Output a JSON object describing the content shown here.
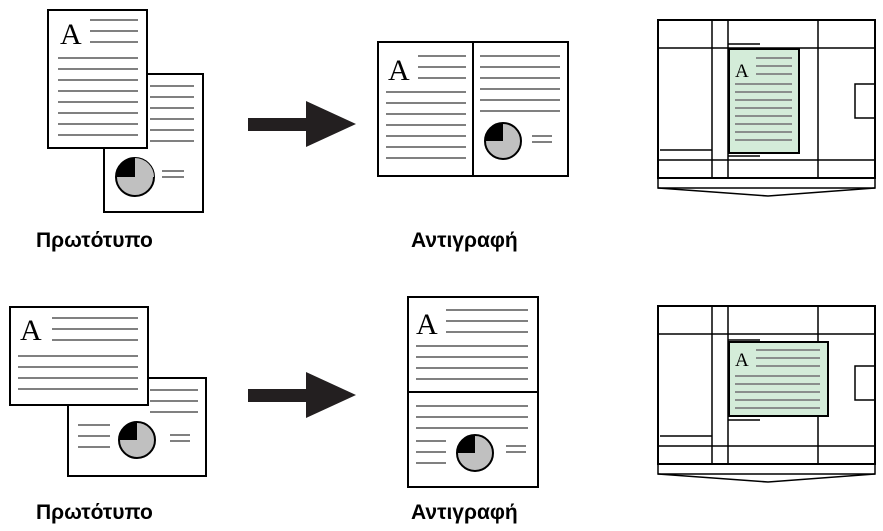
{
  "row1": {
    "original_label": "Πρωτότυπο",
    "copy_label": "Αντιγραφή",
    "orientation": "portrait"
  },
  "row2": {
    "original_label": "Πρωτότυπο",
    "copy_label": "Αντιγραφή",
    "orientation": "landscape"
  },
  "page_letter": "A",
  "colors": {
    "line": "#000000",
    "text_lines": "#808080",
    "pie_fill": "#c0c0c0",
    "pie_slice": "#000000",
    "glass_highlight": "#d4ecd9"
  }
}
